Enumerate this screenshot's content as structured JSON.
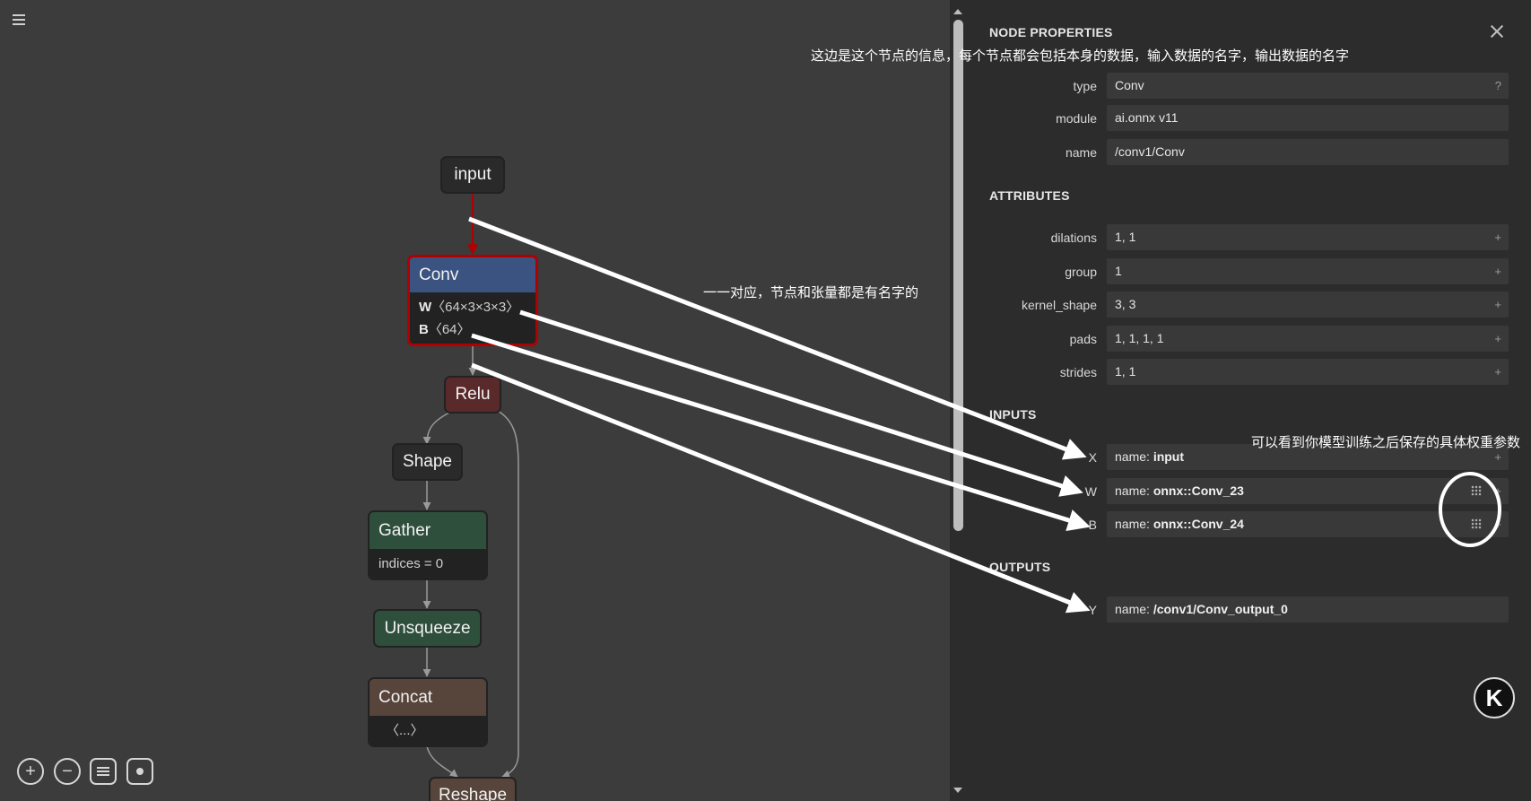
{
  "graph": {
    "nodes": {
      "input": "input",
      "conv": {
        "title": "Conv",
        "w_key": "W",
        "w_shape": "〈64×3×3×3〉",
        "b_key": "B",
        "b_shape": "〈64〉"
      },
      "relu": "Relu",
      "shape": "Shape",
      "gather": {
        "title": "Gather",
        "attr": "indices = 0"
      },
      "unsqueeze": "Unsqueeze",
      "concat": {
        "title": "Concat",
        "attr": "〈...〉"
      },
      "reshape": "Reshape"
    },
    "colors": {
      "conv": "#3a5380",
      "relu": "#5a2a2a",
      "gather": "#2f4f3d",
      "unsqueeze": "#2f4f3d",
      "concat": "#57443b",
      "reshape": "#57443b",
      "selected": "#b00000"
    }
  },
  "toolbar": {
    "zoom_in": "+",
    "zoom_out": "−"
  },
  "props": {
    "title": "NODE PROPERTIES",
    "node": [
      {
        "label": "type",
        "value": "Conv",
        "action": "?"
      },
      {
        "label": "module",
        "value": "ai.onnx v11"
      },
      {
        "label": "name",
        "value": "/conv1/Conv"
      }
    ],
    "attributes_title": "ATTRIBUTES",
    "attributes": [
      {
        "label": "dilations",
        "value": "1, 1",
        "action": "+"
      },
      {
        "label": "group",
        "value": "1",
        "action": "+"
      },
      {
        "label": "kernel_shape",
        "value": "3, 3",
        "action": "+"
      },
      {
        "label": "pads",
        "value": "1, 1, 1, 1",
        "action": "+"
      },
      {
        "label": "strides",
        "value": "1, 1",
        "action": "+"
      }
    ],
    "inputs_title": "INPUTS",
    "inputs": [
      {
        "label": "X",
        "prefix": "name: ",
        "value": "input",
        "action": "+"
      },
      {
        "label": "W",
        "prefix": "name: ",
        "value": "onnx::Conv_23",
        "action": "+"
      },
      {
        "label": "B",
        "prefix": "name: ",
        "value": "onnx::Conv_24",
        "action": "+"
      }
    ],
    "outputs_title": "OUTPUTS",
    "outputs": [
      {
        "label": "Y",
        "prefix": "name: ",
        "value": "/conv1/Conv_output_0"
      }
    ]
  },
  "annotations": {
    "top": "这边是这个节点的信息，每个节点都会包括本身的数据，输入数据的名字，输出数据的名字",
    "middle": "一一对应，节点和张量都是有名字的",
    "right": "可以看到你模型训练之后保存的具体权重参数"
  },
  "logo": {
    "text": "K"
  }
}
